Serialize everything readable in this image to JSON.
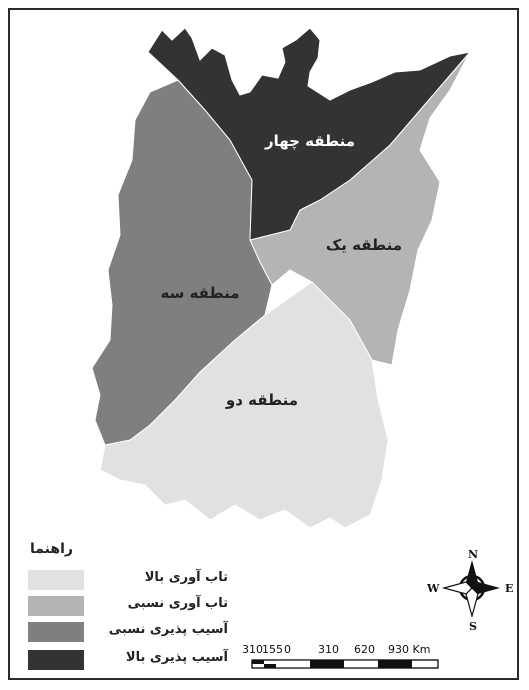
{
  "regions": {
    "four": "منطقه چهار",
    "one": "منطقه یک",
    "three": "منطقه سه",
    "two": "منطقه دو"
  },
  "legend": {
    "title": "راهنما",
    "items": [
      {
        "label": "تاب آوری بالا",
        "color": "#e1e1e1"
      },
      {
        "label": "تاب آوری نسبی",
        "color": "#b4b4b4"
      },
      {
        "label": "آسیب پذیری نسبی",
        "color": "#7f7f7f"
      },
      {
        "label": "آسیب پذیری بالا",
        "color": "#333333"
      }
    ]
  },
  "scale_bar": {
    "labels": [
      "310",
      "155",
      "0",
      "310",
      "620",
      "930 Km"
    ]
  },
  "north_arrow": {
    "n": "N",
    "s": "S",
    "e": "E",
    "w": "W"
  }
}
